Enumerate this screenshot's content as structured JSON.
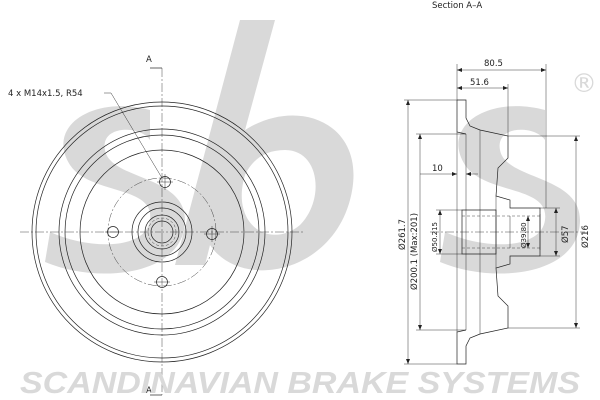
{
  "section_title": "Section  A–A",
  "section_marker": "A",
  "bolt_callout": "4  x  M14x1.5,  R54",
  "dimensions": {
    "width_total": "80.5",
    "width_inner": "51.6",
    "flange_thickness": "10",
    "outer_diameter": "Ø261.7",
    "drum_inner_diameter": "Ø200.1  (Max:201)",
    "hub_bore_outer": "Ø50.215",
    "hub_bore_inner": "Ø39.80",
    "hub_diameter": "Ø57",
    "rim_diameter": "Ø216"
  },
  "watermark": {
    "logo_text": "sbs",
    "registered_mark": "®",
    "company_name": "SCANDINAVIAN BRAKE SYSTEMS"
  },
  "colors": {
    "line": "#222222",
    "watermark": "#d9d9d9"
  }
}
